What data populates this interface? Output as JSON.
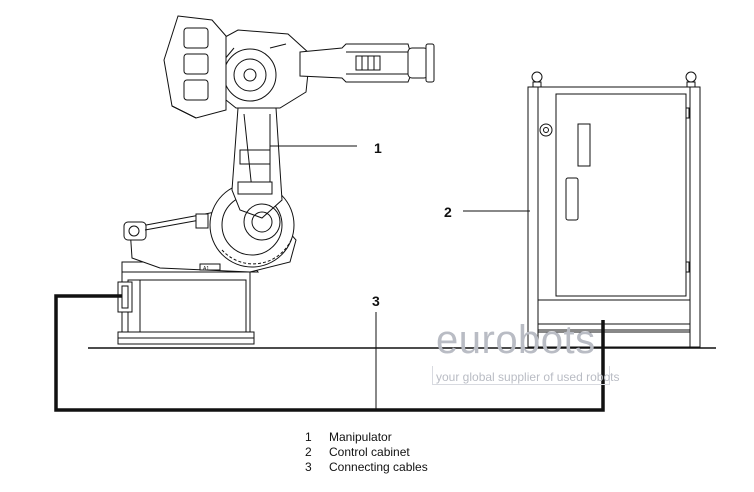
{
  "callouts": [
    "1",
    "2",
    "3"
  ],
  "legend": [
    {
      "num": "1",
      "label": "Manipulator"
    },
    {
      "num": "2",
      "label": "Control cabinet"
    },
    {
      "num": "3",
      "label": "Connecting cables"
    }
  ],
  "watermark": {
    "brand": "eurobots",
    "tagline": "your global supplier of used robots"
  },
  "colors": {
    "line": "#111111",
    "watermark": "#b9bcc4"
  }
}
